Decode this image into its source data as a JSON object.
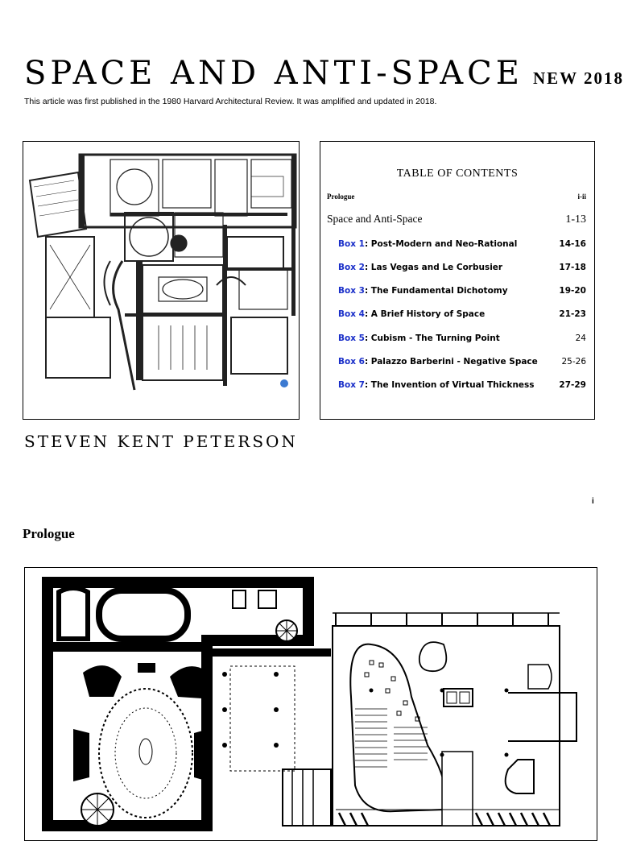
{
  "header": {
    "title": "SPACE AND ANTI-SPACE",
    "edition": "NEW 2018",
    "subtitle": "This article was first published in the 1980 Harvard Architectural Review.  It was amplified and updated in 2018."
  },
  "toc": {
    "heading": "TABLE OF CONTENTS",
    "prologue": {
      "label": "Prologue",
      "pages": "i-ii"
    },
    "main": {
      "label": "Space and Anti-Space",
      "pages": "1-13"
    },
    "boxes": [
      {
        "number": "Box 1",
        "title": ": Post-Modern and Neo-Rational",
        "pages": "14-16"
      },
      {
        "number": "Box 2",
        "title": ": Las Vegas and Le Corbusier",
        "pages": "17-18"
      },
      {
        "number": "Box 3",
        "title": ": The Fundamental Dichotomy",
        "pages": "19-20"
      },
      {
        "number": "Box 4",
        "title": ": A Brief History of Space",
        "pages": "21-23"
      },
      {
        "number": "Box 5",
        "title": ": Cubism - The Turning Point",
        "pages": "24"
      },
      {
        "number": "Box 6",
        "title": ": Palazzo Barberini - Negative Space",
        "pages": "25-26"
      },
      {
        "number": "Box 7",
        "title": ": The Invention of Virtual Thickness",
        "pages": "27-29"
      }
    ]
  },
  "author": "STEVEN KENT PETERSON",
  "page_marker": "i",
  "section_heading": "Prologue",
  "colors": {
    "box_link": "#1a2fc9",
    "ink": "#000000"
  }
}
